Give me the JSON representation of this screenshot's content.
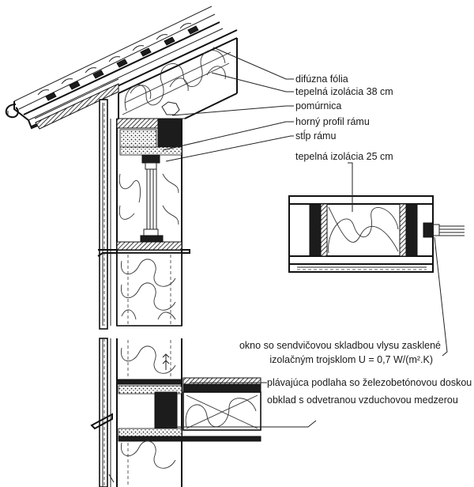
{
  "labels": {
    "difuzna_folia": "difúzna fólia",
    "tepelna_izolacia_38": "tepelná izolácia 38 cm",
    "pomurnica": "pomúrnica",
    "horny_profil": "horný profil rámu",
    "stlp_ramu": "stĺp rámu",
    "tepelna_izolacia_25": "tepelná izolácia 25 cm",
    "okno_line1": "okno so sendvičovou skladbou vlysu zasklené",
    "okno_line2": "izolačným trojsklom U = 0,7 W/(m².K)",
    "podlaha": "plávajúca podlaha so železobetónovou doskou",
    "obklad": "obklad s odvetranou vzduchovou medzerou"
  },
  "colors": {
    "line": "#111111",
    "background": "#ffffff"
  }
}
